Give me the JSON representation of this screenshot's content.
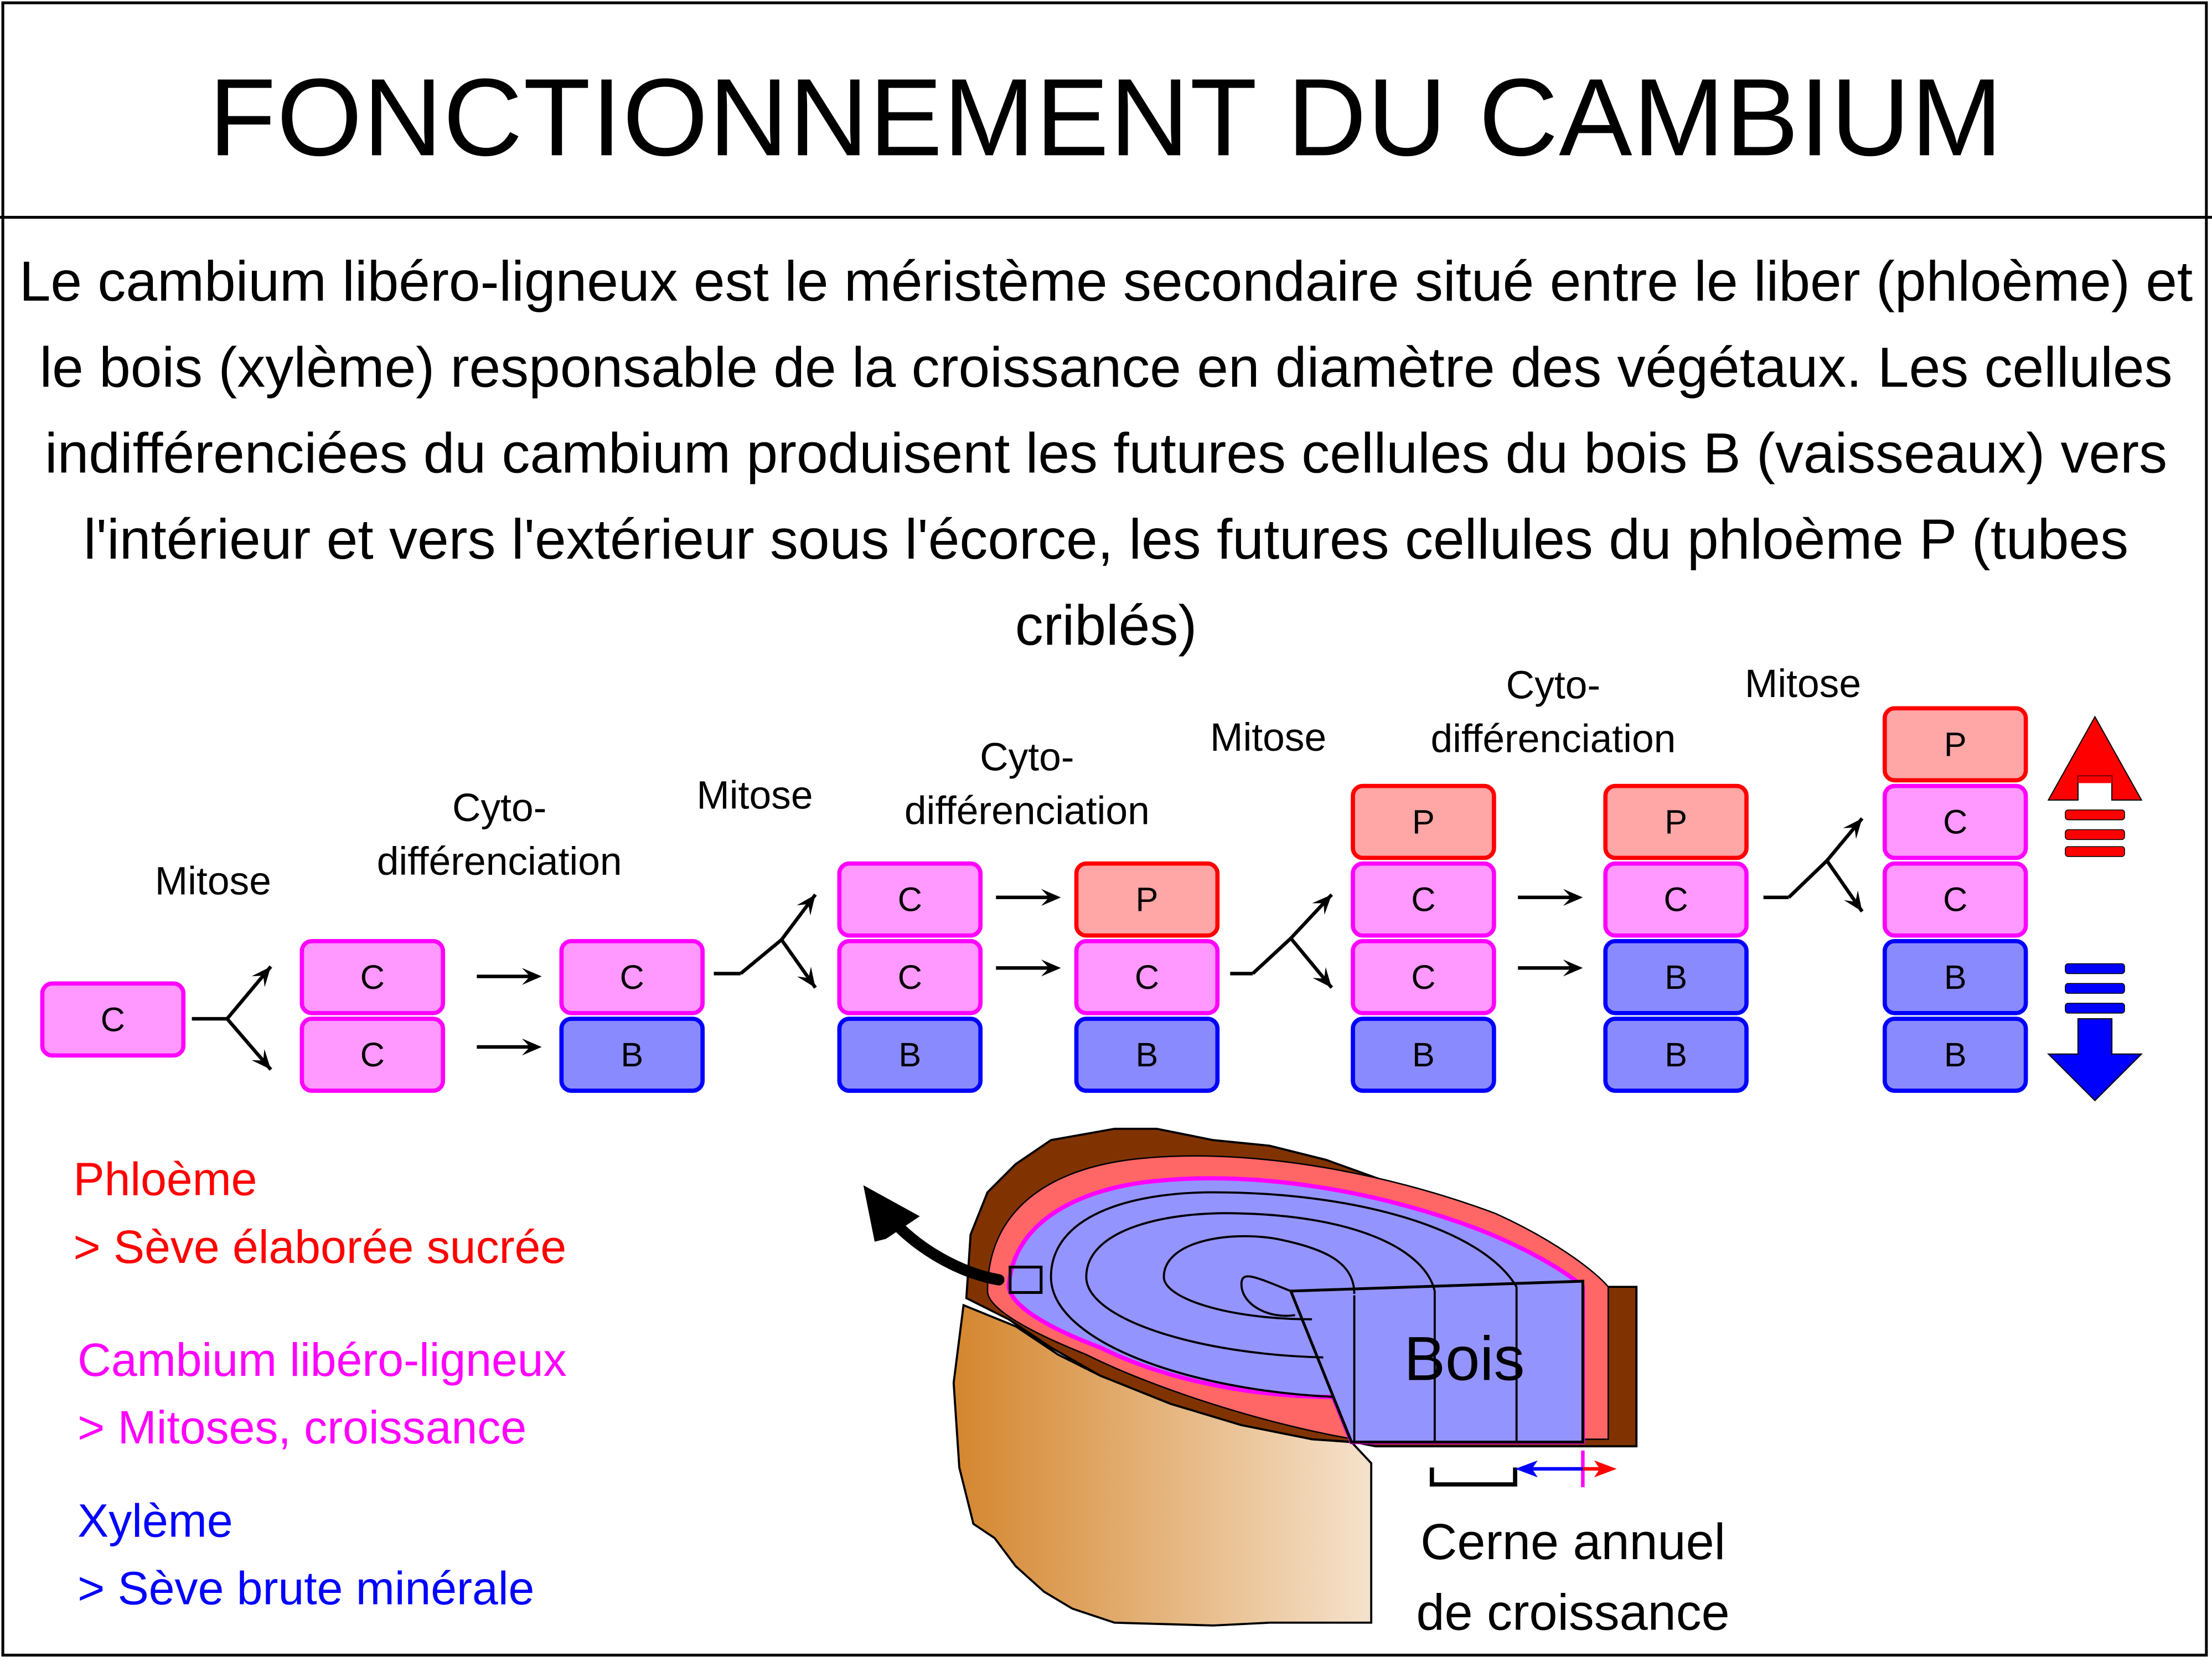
{
  "title": "FONCTIONNEMENT DU CAMBIUM",
  "intro": "Le cambium libéro-ligneux est le méristème secondaire situé entre le liber (phloème) et le bois (xylème) responsable de la croissance en diamètre des végétaux. Les cellules indifférenciées du cambium produisent les futures cellules du bois B (vaisseaux) vers l'intérieur et vers l'extérieur sous l'écorce, les futures cellules du phloème P (tubes criblés)",
  "colors": {
    "phloem_fill": "#ffa6a6",
    "phloem_stroke": "#ff0000",
    "cambium_fill": "#ff99ff",
    "cambium_stroke": "#ff00ff",
    "xylem_fill": "#8a8aff",
    "xylem_stroke": "#0000ff",
    "bark": "#803300",
    "ring_phloem": "#ff6666",
    "wood": "#9494ff"
  },
  "steps": [
    {
      "label": "Mitose",
      "type": "mitosis"
    },
    {
      "label": "Cyto-\ndifférenciation",
      "type": "differentiation"
    },
    {
      "label": "Mitose",
      "type": "mitosis"
    },
    {
      "label": "Cyto-\ndifférenciation",
      "type": "differentiation"
    },
    {
      "label": "Mitose",
      "type": "mitosis"
    },
    {
      "label": "Cyto-\ndifférenciation",
      "type": "differentiation"
    },
    {
      "label": "Mitose",
      "type": "mitosis"
    }
  ],
  "labels": {
    "mitose": "Mitose",
    "cyto_1": "Cyto-",
    "cyto_2": "différenciation"
  },
  "columns": [
    [
      "C"
    ],
    [
      "C",
      "C"
    ],
    [
      "C",
      "B"
    ],
    [
      "C",
      "C",
      "B"
    ],
    [
      "P",
      "C",
      "B"
    ],
    [
      "P",
      "C",
      "C",
      "B"
    ],
    [
      "P",
      "C",
      "B",
      "B"
    ],
    [
      "P",
      "C",
      "C",
      "B",
      "B"
    ]
  ],
  "direction_arrows": [
    {
      "name": "outward-phloem",
      "color": "#ff0000",
      "direction": "up"
    },
    {
      "name": "inward-xylem",
      "color": "#0000ff",
      "direction": "down"
    }
  ],
  "legend": [
    {
      "title": "Phloème",
      "desc": "> Sève élaborée sucrée",
      "color": "#ff0000"
    },
    {
      "title": "Cambium libéro-ligneux",
      "desc": "> Mitoses, croissance",
      "color": "#ff00ff"
    },
    {
      "title": "Xylème",
      "desc": "> Sève brute minérale",
      "color": "#0000ff"
    }
  ],
  "trunk": {
    "wood_label": "Bois",
    "ring_label_line1": "Cerne annuel",
    "ring_label_line2": "de croissance"
  }
}
